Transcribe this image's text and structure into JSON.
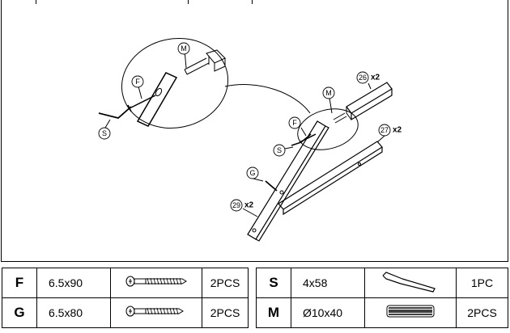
{
  "callouts": {
    "detail_M": "M",
    "detail_F": "F",
    "wrench_S": "S",
    "part26": "26",
    "part26_qty": "x2",
    "main_M": "M",
    "main_F": "F",
    "main_S": "S",
    "part27": "27",
    "part27_qty": "x2",
    "main_G": "G",
    "part29": "29",
    "part29_qty": "x2"
  },
  "parts_left": [
    {
      "letter": "F",
      "size": "6.5x90",
      "icon": "screw-icon",
      "count": "2PCS"
    },
    {
      "letter": "G",
      "size": "6.5x80",
      "icon": "screw-icon",
      "count": "2PCS"
    }
  ],
  "parts_right": [
    {
      "letter": "S",
      "size": "4x58",
      "icon": "allen-key-icon",
      "count": "1PC"
    },
    {
      "letter": "M",
      "size": "Ø10x40",
      "icon": "dowel-icon",
      "count": "2PCS"
    }
  ]
}
